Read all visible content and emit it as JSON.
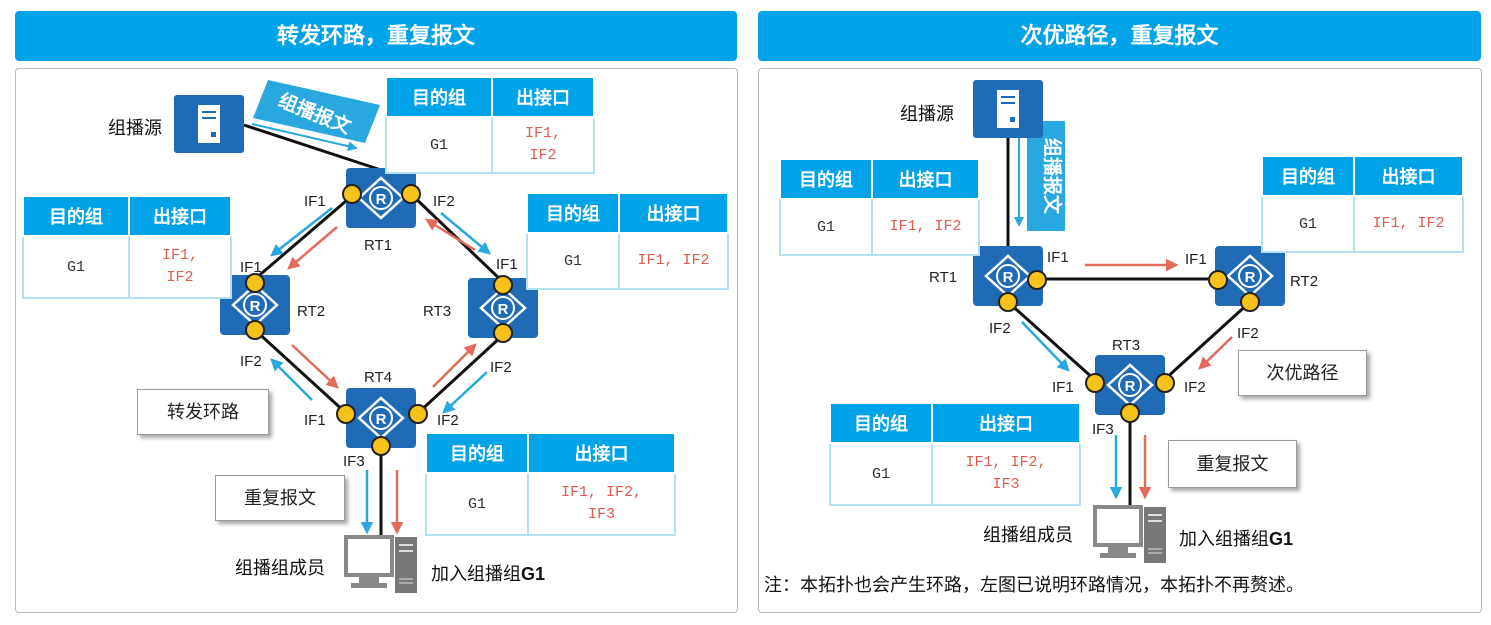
{
  "left": {
    "banner": "转发环路，重复报文",
    "source_label": "组播源",
    "packet_label": "组播报文",
    "member_label": "组播组成员",
    "join_label": "加入组播组",
    "join_group": "G1",
    "loop_callout": "转发环路",
    "dup_callout": "重复报文",
    "routers": [
      "RT1",
      "RT2",
      "RT3",
      "RT4"
    ],
    "ports": {
      "rt1_if1": "IF1",
      "rt1_if2": "IF2",
      "rt2_if1": "IF1",
      "rt2_if2": "IF2",
      "rt3_if1": "IF1",
      "rt3_if2": "IF2",
      "rt4_if1": "IF1",
      "rt4_if2": "IF2",
      "rt4_if3": "IF3"
    },
    "tables": [
      {
        "h1": "目的组",
        "h2": "出接口",
        "group": "G1",
        "if_line1": "IF1,",
        "if_line2": "IF2"
      },
      {
        "h1": "目的组",
        "h2": "出接口",
        "group": "G1",
        "if_line1": "IF1,",
        "if_line2": "IF2"
      },
      {
        "h1": "目的组",
        "h2": "出接口",
        "group": "G1",
        "if_line1": "IF1, IF2",
        "if_line2": ""
      },
      {
        "h1": "目的组",
        "h2": "出接口",
        "group": "G1",
        "if_line1": "IF1, IF2,",
        "if_line2": "IF3"
      }
    ]
  },
  "right": {
    "banner": "次优路径，重复报文",
    "source_label": "组播源",
    "packet_label": "组播报文",
    "member_label": "组播组成员",
    "join_label": "加入组播组",
    "join_group": "G1",
    "sub_callout": "次优路径",
    "dup_callout": "重复报文",
    "routers": [
      "RT1",
      "RT2",
      "RT3"
    ],
    "ports": {
      "rt1_if1": "IF1",
      "rt1_if2": "IF2",
      "rt2_if1": "IF1",
      "rt2_if2": "IF2",
      "rt3_if1": "IF1",
      "rt3_if2": "IF2",
      "rt3_if3": "IF3"
    },
    "tables": [
      {
        "h1": "目的组",
        "h2": "出接口",
        "group": "G1",
        "if_line1": "IF1, IF2",
        "if_line2": ""
      },
      {
        "h1": "目的组",
        "h2": "出接口",
        "group": "G1",
        "if_line1": "IF1, IF2",
        "if_line2": ""
      },
      {
        "h1": "目的组",
        "h2": "出接口",
        "group": "G1",
        "if_line1": "IF1, IF2,",
        "if_line2": "IF3"
      }
    ],
    "note": "注：本拓扑也会产生环路，左图已说明环路情况，本拓扑不再赘述。"
  },
  "colors": {
    "banner": "#00a2e8",
    "router": "#1f6bb5",
    "port": "#f7c21a",
    "arrow_blue": "#29a8e0",
    "arrow_red": "#e46a5c"
  }
}
